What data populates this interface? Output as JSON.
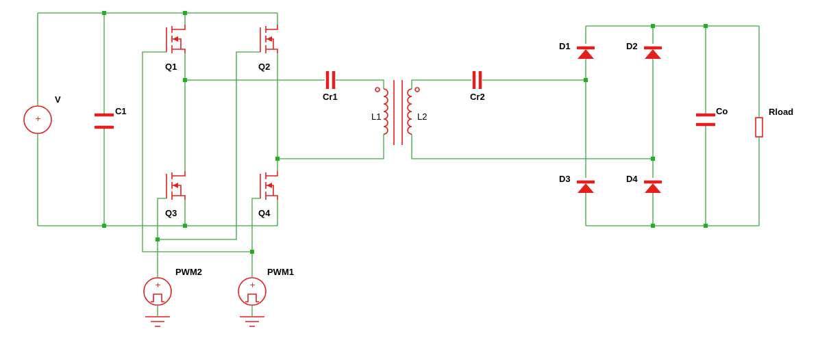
{
  "components": {
    "source_v": "V",
    "c1": "C1",
    "q1": "Q1",
    "q2": "Q2",
    "q3": "Q3",
    "q4": "Q4",
    "cr1": "Cr1",
    "cr2": "Cr2",
    "l1": "L1",
    "l2": "L2",
    "d1": "D1",
    "d2": "D2",
    "d3": "D3",
    "d4": "D4",
    "co": "Co",
    "rload": "Rload",
    "pwm1": "PWM1",
    "pwm2": "PWM2"
  },
  "symbols": {
    "plus": "+"
  },
  "colors": {
    "wire": "#3fa63f",
    "component": "#e61e1e",
    "junction": "#22b022",
    "background": "#ffffff"
  }
}
